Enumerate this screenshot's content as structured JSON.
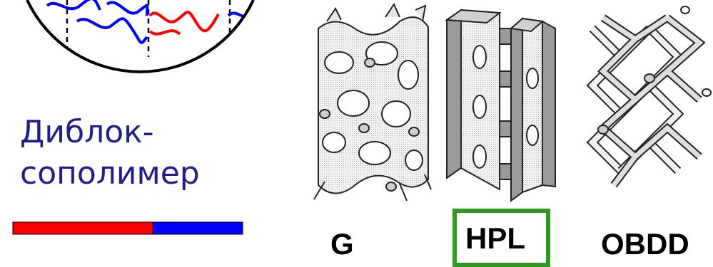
{
  "polymer": {
    "label_line1": "Диблок-",
    "label_line2": "сополимер",
    "block_a_color": "#ff0000",
    "block_b_color": "#0000ff"
  },
  "phases": [
    {
      "id": "gyroid",
      "label": "G",
      "highlighted": false
    },
    {
      "id": "perforated-lamellae",
      "label": "HPL",
      "highlighted": true
    },
    {
      "id": "double-diamond",
      "label": "OBDD",
      "highlighted": false
    }
  ],
  "colors": {
    "label_text": "#1e1e8c",
    "highlight_border": "#2f9a1f",
    "structure_stroke": "#222222",
    "structure_fill": "#e4e4e4"
  }
}
